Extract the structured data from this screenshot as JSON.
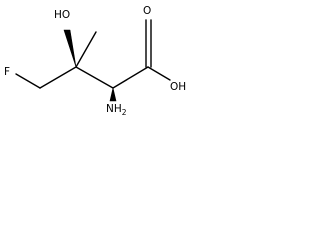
{
  "structure": {
    "atoms": {
      "hydroxyl_top": "HO",
      "fluorine": "F",
      "carbonyl_oxygen": "O",
      "acid_hydroxyl": "OH",
      "amino": "NH",
      "amino_subscript": "2"
    },
    "colors": {
      "bond": "#000000",
      "text": "#000000",
      "background": "#ffffff"
    }
  }
}
